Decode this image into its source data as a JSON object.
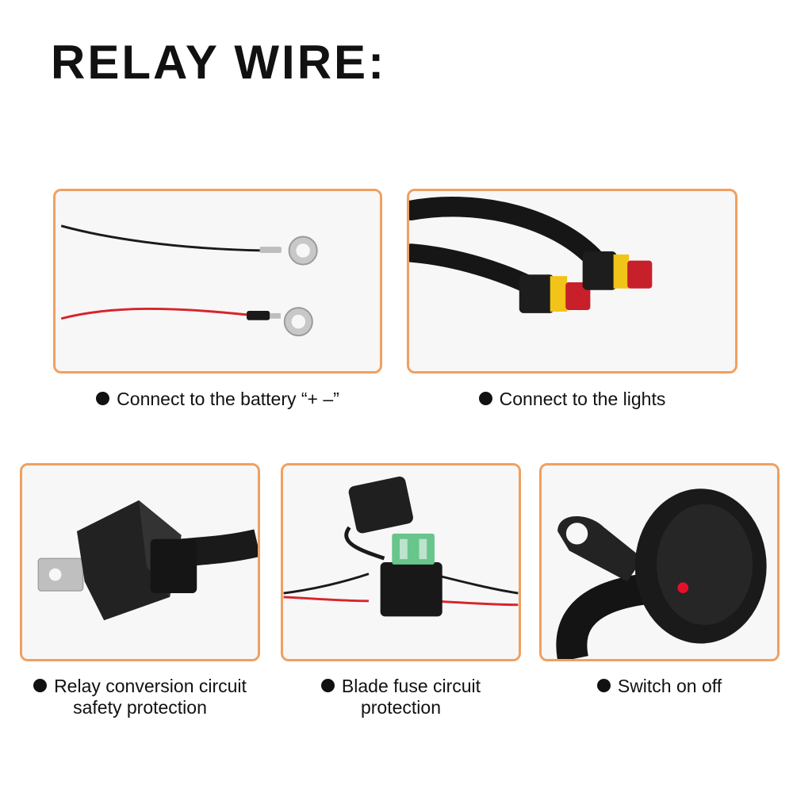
{
  "title": "RELAY WIRE:",
  "colors": {
    "panel_border": "#f0a060",
    "panel_bg": "#f6f6f6",
    "wire_red": "#d8242c",
    "wire_black": "#1a1a1a"
  },
  "panels": [
    {
      "caption_lines": [
        "Connect to the battery “+ –”"
      ],
      "icon": "battery-terminal-wires"
    },
    {
      "caption_lines": [
        "Connect to the lights"
      ],
      "icon": "waterproof-connectors"
    },
    {
      "caption_lines": [
        "Relay conversion circuit",
        "safety protection"
      ],
      "icon": "relay-module"
    },
    {
      "caption_lines": [
        "Blade fuse circuit",
        "protection"
      ],
      "icon": "blade-fuse-holder"
    },
    {
      "caption_lines": [
        "Switch on off"
      ],
      "icon": "rocker-switch"
    }
  ]
}
